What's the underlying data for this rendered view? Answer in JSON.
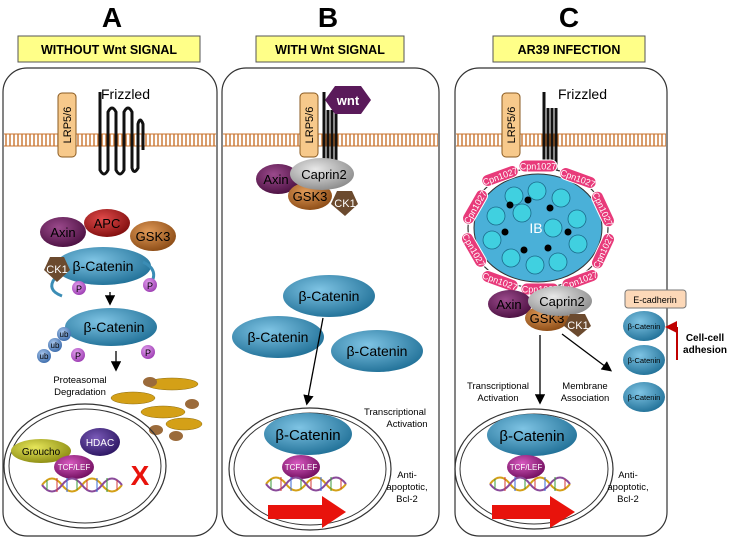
{
  "panels": [
    {
      "letter": "A",
      "title": "WITHOUT Wnt SIGNAL"
    },
    {
      "letter": "B",
      "title": "WITH Wnt SIGNAL"
    },
    {
      "letter": "C",
      "title": "AR39 INFECTION"
    }
  ],
  "labels": {
    "lrp": "LRP5/6",
    "frizzled": "Frizzled",
    "wnt": "wnt",
    "axin": "Axin",
    "apc": "APC",
    "gsk3": "GSK3",
    "ck1": "CK1",
    "p": "P",
    "ub": "ub",
    "beta_catenin": "β-Catenin",
    "caprin2": "Caprin2",
    "proteasomal": "Proteasomal",
    "degradation": "Degradation",
    "groucho": "Groucho",
    "hdac": "HDAC",
    "tcf": "TCF/LEF",
    "x_mark": "X",
    "transcriptional": "Transcriptional",
    "activation": "Activation",
    "anti": "Anti-",
    "apoptotic_bcl": "apoptotic, Bcl-2",
    "anti_apoptotic": "Anti-apoptotic,",
    "bcl2": "Bcl-2",
    "cpn": "Cpn1027",
    "ib": "IB",
    "ecadherin": "E-cadherin",
    "cellcell": "Cell-cell",
    "adhesion": "adhesion",
    "membrane": "Membrane",
    "association": "Association"
  },
  "colors": {
    "title_bg": "#ffff88",
    "lrp": "#f7c98b",
    "axin": "#6a1d5e",
    "apc": "#b01c1c",
    "gsk3": "#b8682a",
    "ck1": "#6b4a2e",
    "catenin": "#3b8db5",
    "p": "#c64fd8",
    "ub": "#5a88c8",
    "membrane": "#c9732d",
    "degradation": "#d4a017",
    "degradation_brown": "#9b6b3b",
    "groucho": "#b5b520",
    "hdac": "#4a2a8a",
    "tcf": "#a21c8c",
    "arrow_red": "#e8130c",
    "cpn": "#e83a7a",
    "ib_inner": "#40c8e0",
    "ecad": "#fcd8b8"
  }
}
